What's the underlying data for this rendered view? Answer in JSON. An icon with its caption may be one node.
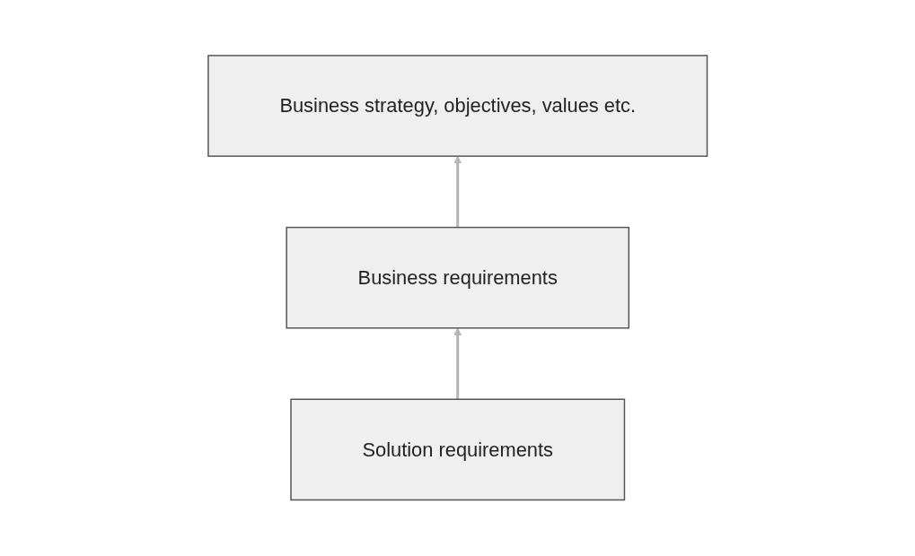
{
  "diagram": {
    "nodes": [
      {
        "text": [
          "Business strategy, objectives, values etc."
        ]
      },
      {
        "text": [
          "Business requirements"
        ]
      },
      {
        "text": [
          "Solution requirements"
        ]
      }
    ],
    "edges": [
      {
        "from": 1,
        "to": 0,
        "arrow": "to"
      },
      {
        "from": 2,
        "to": 1,
        "arrow": "to"
      }
    ]
  }
}
